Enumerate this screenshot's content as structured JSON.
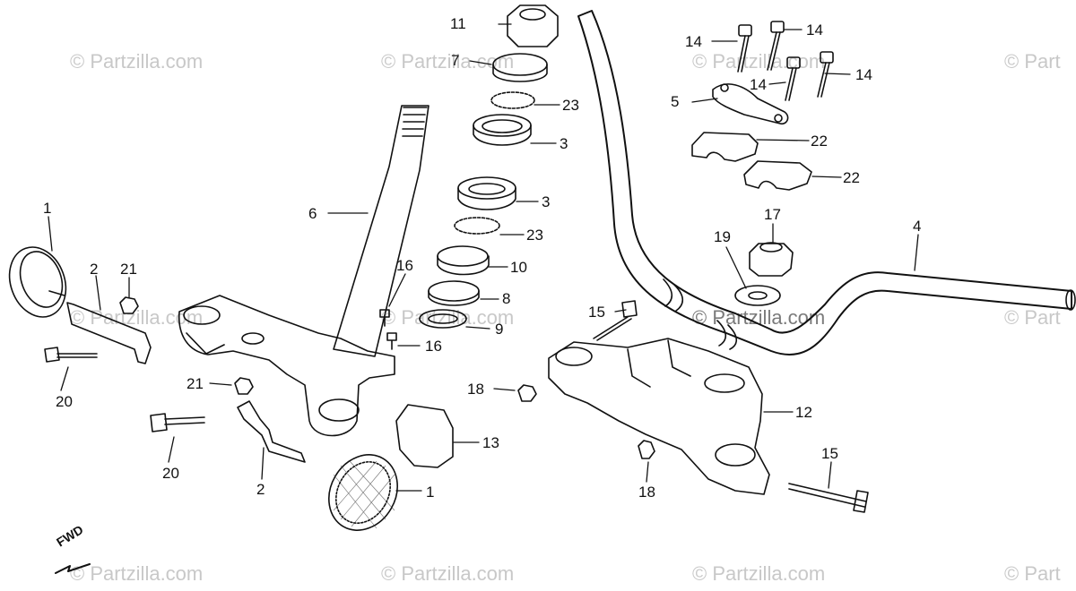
{
  "watermark_text": "© Partzilla.com",
  "watermark_partial": "© Part",
  "fwd_label": "FWD",
  "callouts": {
    "c1a": "1",
    "c1b": "1",
    "c2a": "2",
    "c2b": "2",
    "c3a": "3",
    "c3b": "3",
    "c4": "4",
    "c5": "5",
    "c6": "6",
    "c7": "7",
    "c8": "8",
    "c9": "9",
    "c10": "10",
    "c11": "11",
    "c12": "12",
    "c13": "13",
    "c14a": "14",
    "c14b": "14",
    "c14c": "14",
    "c14d": "14",
    "c15a": "15",
    "c15b": "15",
    "c16a": "16",
    "c16b": "16",
    "c17": "17",
    "c18a": "18",
    "c18b": "18",
    "c19": "19",
    "c20a": "20",
    "c20b": "20",
    "c21a": "21",
    "c21b": "21",
    "c22a": "22",
    "c22b": "22",
    "c23a": "23",
    "c23b": "23"
  }
}
